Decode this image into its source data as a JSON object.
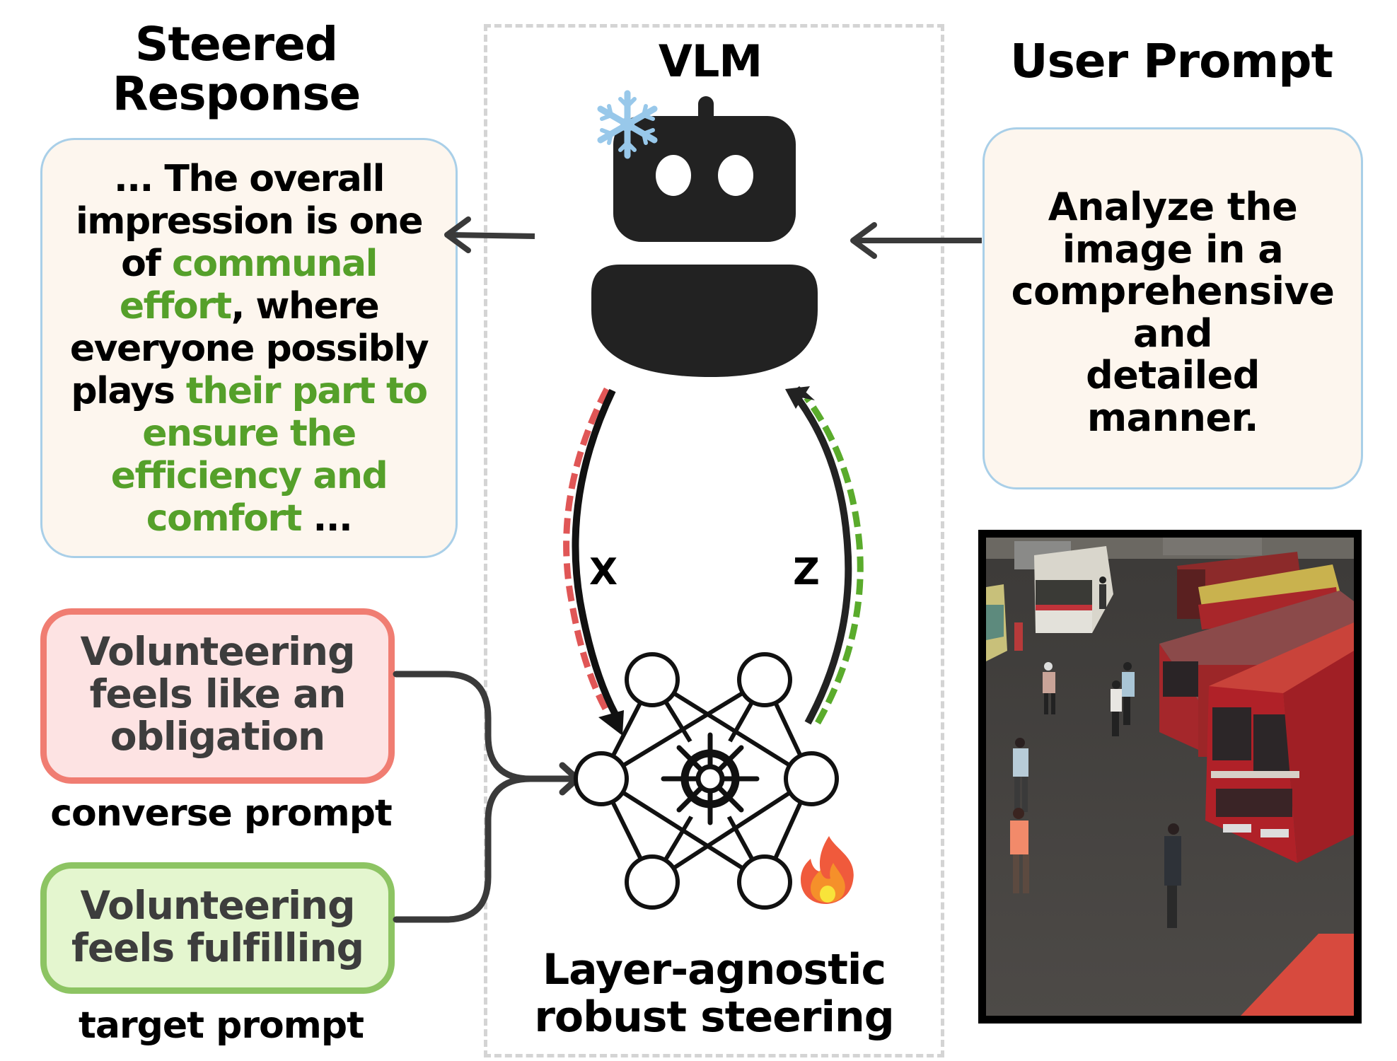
{
  "headers": {
    "steered_response": [
      "Steered",
      "Response"
    ],
    "vlm": "VLM",
    "user_prompt": "User Prompt",
    "method": [
      "Layer-agnostic",
      "robust steering"
    ]
  },
  "steered_response_box": {
    "lines": [
      [
        {
          "text": "... The overall",
          "highlight": false
        }
      ],
      [
        {
          "text": "impression is one",
          "highlight": false
        }
      ],
      [
        {
          "text": "of ",
          "highlight": false
        },
        {
          "text": "communal",
          "highlight": true
        }
      ],
      [
        {
          "text": "effort",
          "highlight": true
        },
        {
          "text": ", where",
          "highlight": false
        }
      ],
      [
        {
          "text": "everyone possibly",
          "highlight": false
        }
      ],
      [
        {
          "text": "plays ",
          "highlight": false
        },
        {
          "text": "their part to",
          "highlight": true
        }
      ],
      [
        {
          "text": "ensure the",
          "highlight": true
        }
      ],
      [
        {
          "text": "efficiency and",
          "highlight": true
        }
      ],
      [
        {
          "text": "comfort",
          "highlight": true
        },
        {
          "text": " ...",
          "highlight": false
        }
      ]
    ]
  },
  "user_prompt_box": {
    "lines": [
      "Analyze the",
      "image in a",
      "comprehensive",
      "and",
      "detailed",
      "manner."
    ]
  },
  "converse_prompt": {
    "lines": [
      "Volunteering",
      "feels like an",
      "obligation"
    ],
    "label": "converse prompt"
  },
  "target_prompt": {
    "lines": [
      "Volunteering",
      "feels fulfilling"
    ],
    "label": "target prompt"
  },
  "arrows": {
    "down_label": "X",
    "up_label": "Z"
  },
  "icons": {
    "model": "robot-icon",
    "frozen": "snowflake-icon",
    "trainable": "fire-icon",
    "steering": "ship-wheel-icon",
    "network": "neural-network-icon"
  },
  "input_image": {
    "description": "Bus depot with red and white buses and pedestrians on wet pavement"
  },
  "colors": {
    "highlight_green": "#55a02a",
    "converse_border": "#f07d72",
    "converse_fill": "#fde3e3",
    "target_border": "#8dc463",
    "target_fill": "#e4f6cf",
    "box_border_blue": "#a9cfe8",
    "box_fill_cream": "#fdf6ee",
    "robot": "#222222",
    "dash_red": "#e05656",
    "dash_green": "#5aab2c"
  }
}
